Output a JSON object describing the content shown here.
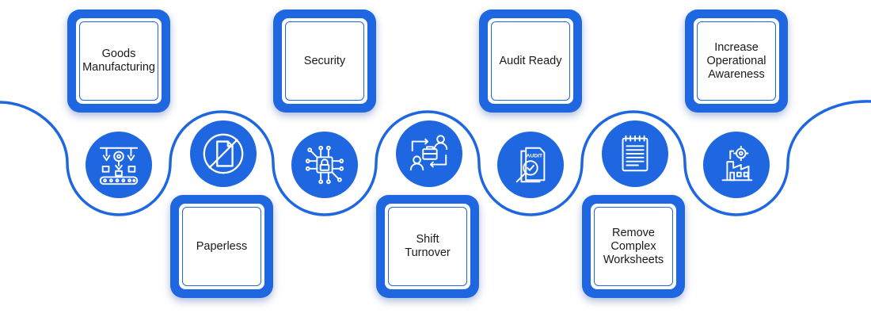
{
  "colors": {
    "accent": "#1f67e0",
    "background": "#ffffff",
    "text": "#1a1a1a"
  },
  "steps": [
    {
      "label": "Goods\nManufacturing",
      "icon": "manufacturing-conveyor-icon"
    },
    {
      "label": "Paperless",
      "icon": "no-paper-icon"
    },
    {
      "label": "Security",
      "icon": "security-chip-lock-icon"
    },
    {
      "label": "Shift Turnover",
      "icon": "shift-handover-icon"
    },
    {
      "label": "Audit Ready",
      "icon": "audit-document-icon"
    },
    {
      "label": "Remove\nComplex\nWorksheets",
      "icon": "worksheet-icon"
    },
    {
      "label": "Increase\nOperational\nAwareness",
      "icon": "operations-factory-icon"
    }
  ]
}
